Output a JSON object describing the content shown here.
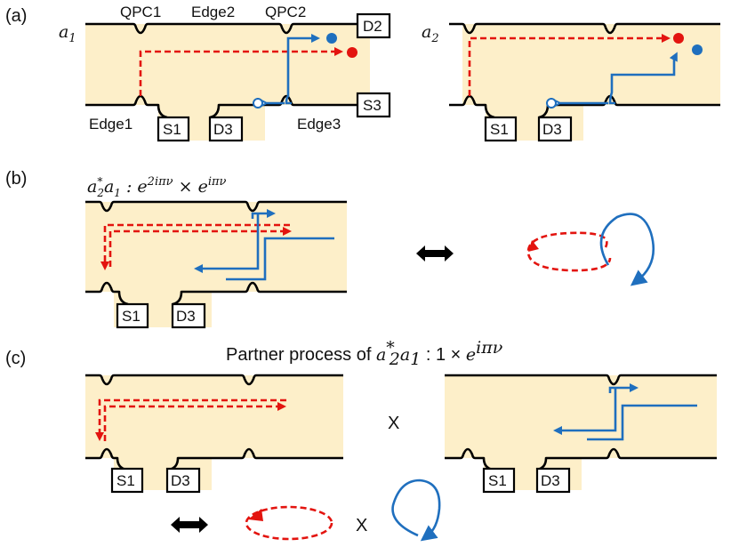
{
  "panels": {
    "a": "(a)",
    "b": "(b)",
    "c": "(c)"
  },
  "labels": {
    "qpc1": "QPC1",
    "edge2": "Edge2",
    "qpc2": "QPC2",
    "edge1": "Edge1",
    "edge3": "Edge3",
    "d2": "D2",
    "s3": "S3",
    "s1": "S1",
    "d3": "D3"
  },
  "math": {
    "a1_base": "a",
    "a1_sub": "1",
    "a2_base": "a",
    "a2_sub": "2",
    "b_formula_prefix": "a",
    "b_formula_sup": "*",
    "b_formula_sub2": "2",
    "b_formula_mid": "a",
    "b_formula_sub1": "1",
    "b_colon": " : ",
    "b_e1": "e",
    "b_e1_exp": "2iπν",
    "b_times": " × ",
    "b_e2": "e",
    "b_e2_exp": "iπν",
    "c_title_text": "Partner process of ",
    "c_a": "a",
    "c_sup": "*",
    "c_sub2": "2",
    "c_a1": "a",
    "c_sub1": "1",
    "c_colon": " : 1 × ",
    "c_e": "e",
    "c_e_exp": "iπν"
  },
  "symbols": {
    "cross_1": "X",
    "cross_2": "X"
  },
  "colors": {
    "sample": "#fdefc9",
    "red_path": "#e3140f",
    "blue_path": "#1f6fbe",
    "edge": "#000000"
  }
}
